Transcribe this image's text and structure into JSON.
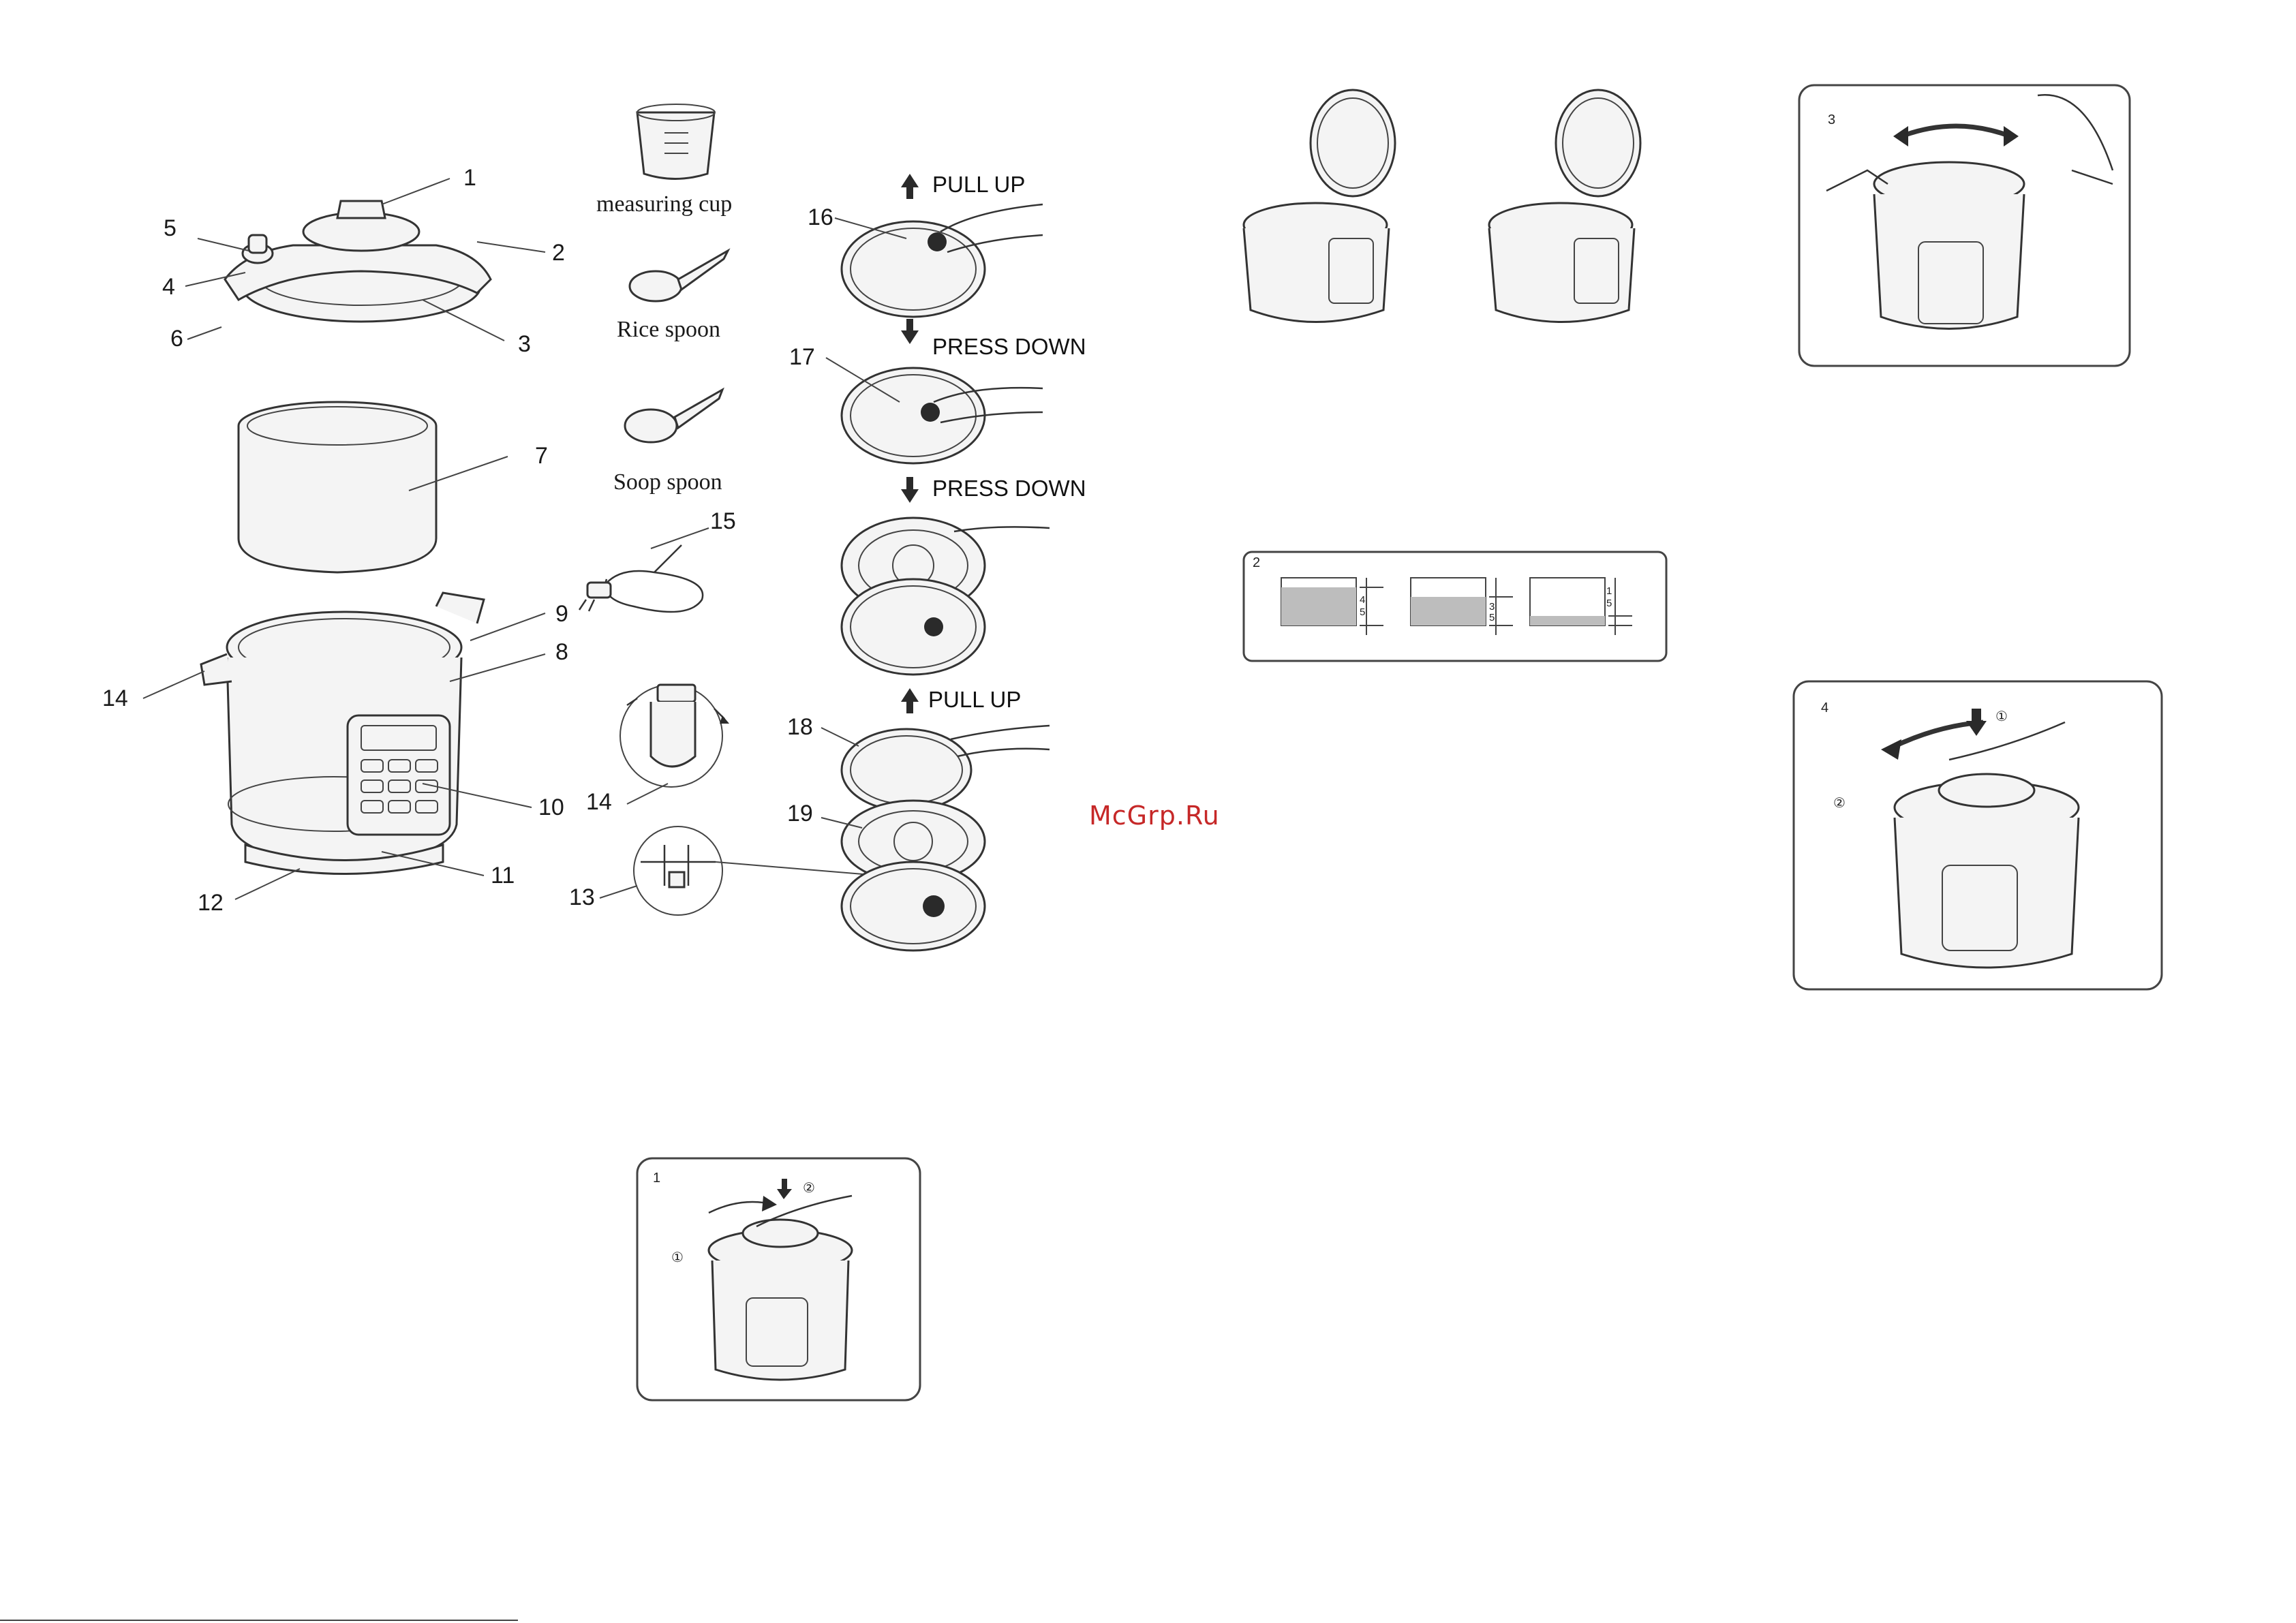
{
  "parts": {
    "n1": "1",
    "n2": "2",
    "n3": "3",
    "n4": "4",
    "n5": "5",
    "n6": "6",
    "n7": "7",
    "n8": "8",
    "n9": "9",
    "n10": "10",
    "n11": "11",
    "n12": "12",
    "n13": "13",
    "n14a": "14",
    "n14b": "14",
    "n15": "15",
    "n16": "16",
    "n17": "17",
    "n18": "18",
    "n19": "19"
  },
  "accessories": {
    "measuring_cup": "measuring cup",
    "rice_spoon": "Rice spoon",
    "soup_spoon": "Soop spoon"
  },
  "valve_steps": {
    "pull_up_1": "PULL UP",
    "press_down_1": "PRESS DOWN",
    "press_down_2": "PRESS DOWN",
    "pull_up_2": "PULL UP"
  },
  "figures": {
    "fig1": "1",
    "fig2": "2",
    "fig3": "3",
    "fig4": "4",
    "fig1_step1": "①",
    "fig1_step2": "②",
    "fig4_step1": "①",
    "fig4_step2": "②"
  },
  "fill_levels": {
    "max": {
      "num": "4",
      "den": "5",
      "fill": 0.8
    },
    "mid": {
      "num": "3",
      "den": "5",
      "fill": 0.6
    },
    "min": {
      "num": "1",
      "den": "5",
      "fill": 0.2
    }
  },
  "watermark": "McGrp.Ru"
}
